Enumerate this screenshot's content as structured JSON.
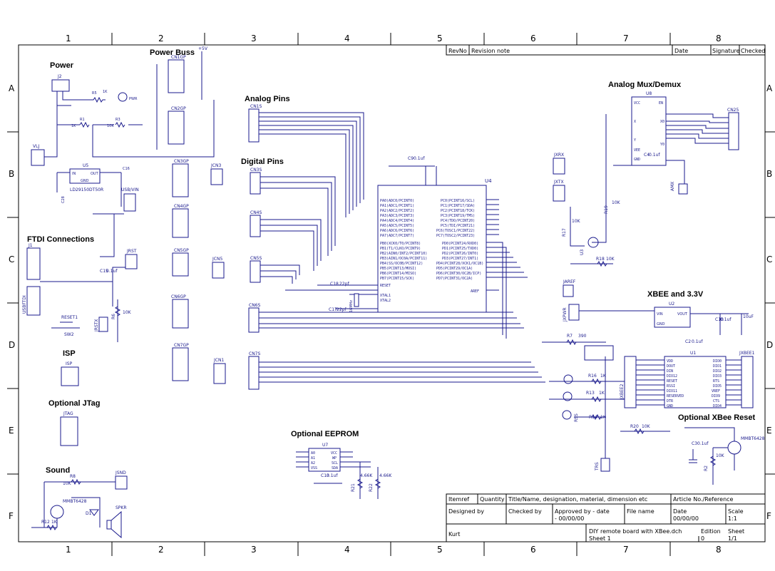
{
  "grid": {
    "columns": [
      "1",
      "2",
      "3",
      "4",
      "5",
      "6",
      "7",
      "8"
    ],
    "rows": [
      "A",
      "B",
      "C",
      "D",
      "E",
      "F"
    ]
  },
  "revision_block": {
    "revno": "RevNo",
    "revision_note": "Revision note",
    "date": "Date",
    "signature": "Signature",
    "checked": "Checked"
  },
  "sections": {
    "power": "Power",
    "power_buss": "Power Buss",
    "analog_pins": "Analog Pins",
    "digital_pins": "Digital Pins",
    "analog_mux": "Analog Mux/Demux",
    "ftdi": "FTDI Connections",
    "isp": "ISP",
    "jtag": "Optional JTag",
    "sound": "Sound",
    "eeprom": "Optional EEPROM",
    "xbee": "XBEE and 3.3V",
    "xbee_reset": "Optional XBee Reset"
  },
  "title_block": {
    "itemref": "Itemref",
    "quantity": "Quantity",
    "title_header": "Title/Name, designation, material, dimension etc",
    "article_header": "Article No./Reference",
    "designed_by": "Designed by",
    "checked_by": "Checked by",
    "approved": "Approved by - date",
    "approved_date": "- 00/00/00",
    "file_name": "File name",
    "date_label": "Date",
    "date_value": "00/00/00",
    "scale_label": "Scale",
    "scale_value": "1:1",
    "designer": "Kurt",
    "file_value": "DIY remote board with XBee.dch",
    "sheet_text": "Sheet 1",
    "edition_label": "Edition",
    "edition_value": "0",
    "sheet_label": "Sheet",
    "sheet_value": "1/1"
  },
  "parts": {
    "j2": "J2",
    "vlj": "VLJ",
    "r5": "R5",
    "r5v": "1K",
    "pwr": "PWR",
    "r1": "R1",
    "r1v": "1K",
    "r3": "R3",
    "r3v": "10K",
    "u5": "U5",
    "u5name": "LD29150DT50R",
    "u5in": "IN",
    "u5out": "OUT",
    "u5gnd": "GND",
    "c16": "C16",
    "c28": "C28",
    "usbvin": "USB/VIN",
    "cn1gp": "CN1GP",
    "cn2gp": "CN2GP",
    "cn3gp": "CN3GP",
    "cn4gp": "CN4GP",
    "cn5gp": "CN5GP",
    "cn6gp": "CN6GP",
    "cn7gp": "CN7GP",
    "jcn3": "JCN3",
    "jcn5": "JCN5",
    "jcn1": "JCN1",
    "plus5v": "+5V",
    "cn1s": "CN1S",
    "cn3s": "CN3S",
    "cn4s": "CN4S",
    "cn5s": "CN5S",
    "cn6s": "CN6S",
    "cn7s": "CN7S",
    "u4": "U4",
    "c9": "C9",
    "c9v": "0.1uf",
    "c18": "C18",
    "c18v": "22pf",
    "c17": "C17",
    "c17v": "22pf",
    "xtal": "16MHz",
    "u8": "U8",
    "cn25": "CN25",
    "c4": "C4",
    "c4v": "0.1uf",
    "amx": "AMX",
    "jxrx": "JXRX",
    "jxtx": "JXTX",
    "r19": "R19",
    "r19v": "10K",
    "r17": "R17",
    "r17v": "10K",
    "r18": "R18",
    "r18v": "10K",
    "u3": "U3",
    "j1": "J1",
    "usbftdi": "USBFTDI",
    "jrst": "JRST",
    "c15": "C15",
    "c15v": "0.1uf",
    "reset1": "RESET1",
    "sw2": "SW2",
    "jrstx": "JRSTX",
    "r6": "R6",
    "r6v": "10K",
    "isp": "ISP",
    "jtag": "JTAG",
    "r8": "R8",
    "r8v": "10K",
    "jsnd": "JSND",
    "q2": "MMBT6428",
    "d1": "D1",
    "spkr": "SPKR",
    "r12": "R12",
    "r12v": "1K",
    "u7": "U7",
    "c13": "C13",
    "c13v": "0.1uf",
    "r21": "R21",
    "r21v": "4.66K",
    "r22": "R22",
    "r22v": "4.66K",
    "jaref": "JAREF",
    "jxpwr": "JXPWR",
    "u2": "U2",
    "u2vin": "VIN",
    "u2vout": "VOUT",
    "u2gnd": "GND",
    "c10": "C10",
    "c10v": "0.1uf",
    "c1v": "10uF",
    "c2": "C2",
    "c2v": "0.1uf",
    "r7": "R7",
    "r7v": "390",
    "u1": "U1",
    "jxbee1": "JXBEE1",
    "jxbee2": "JXBEE2",
    "r16": "R16",
    "r16v": "1K",
    "r13": "R13",
    "r13v": "1K",
    "r14": "R14",
    "r14v": "1K",
    "rss": "RSS",
    "r20": "R20",
    "r20v": "10K",
    "trs": "TRS",
    "r2": "R2",
    "r2v": "10K",
    "c3": "C3",
    "c3v": "0.1uf",
    "q1": "MMBT6428"
  }
}
